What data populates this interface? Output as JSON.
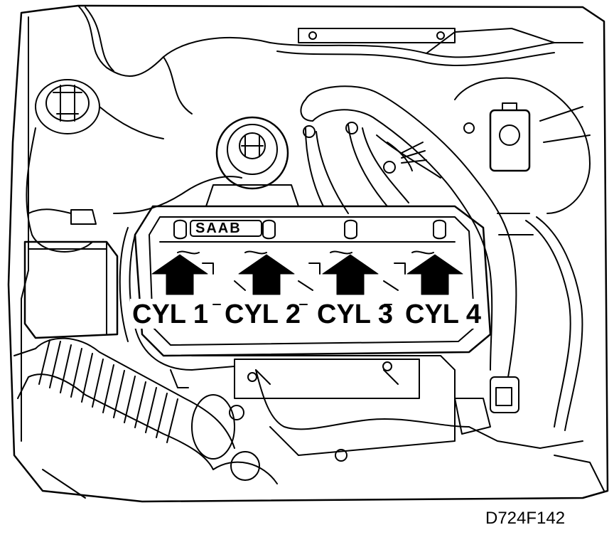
{
  "diagram": {
    "badge_text": "SAAB",
    "cylinders": [
      {
        "label": "CYL 1"
      },
      {
        "label": "CYL 2"
      },
      {
        "label": "CYL 3"
      },
      {
        "label": "CYL 4"
      }
    ],
    "figure_code": "D724F142"
  },
  "colors": {
    "ink": "#000000",
    "paper": "#ffffff"
  }
}
